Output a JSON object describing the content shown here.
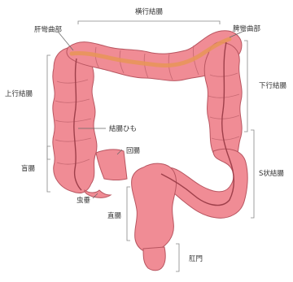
{
  "labels": {
    "transverse_colon": "横行結腸",
    "hepatic_flexure": "肝彎曲部",
    "splenic_flexure": "脾彎曲部",
    "ascending_colon": "上行結腸",
    "descending_colon": "下行結腸",
    "taenia_coli": "結腸ひも",
    "ileum": "回腸",
    "cecum": "盲腸",
    "sigmoid_colon": "S状結腸",
    "appendix": "虫垂",
    "rectum": "直腸",
    "anus": "肛門"
  },
  "colors": {
    "colon_fill": "#f08c95",
    "colon_outline": "#b85560",
    "fold_line": "#c96a74",
    "taenia_band": "#e8955a",
    "label_text": "#333333",
    "bracket_line": "#888888"
  }
}
